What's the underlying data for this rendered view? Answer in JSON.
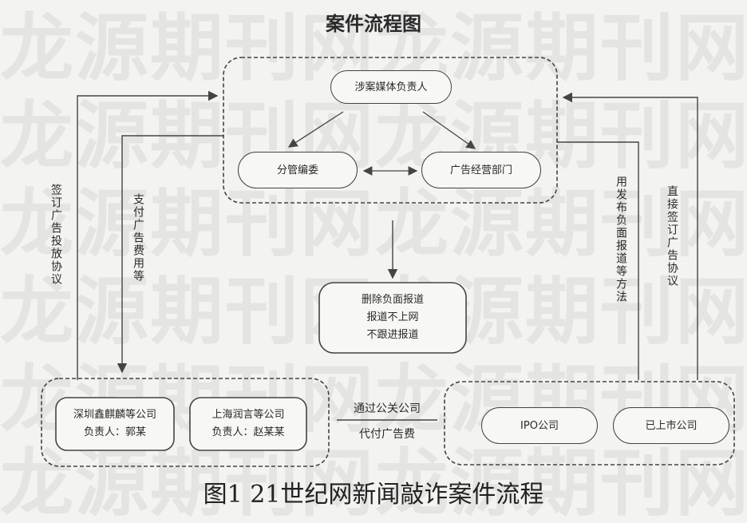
{
  "title": "案件流程图",
  "caption": "图1 21世纪网新闻敲诈案件流程",
  "watermark": "龙源期刊网龙源期刊网",
  "nodes": {
    "media_head": "涉案媒体负责人",
    "branch_office": "分管编委",
    "ad_dept": "广告经营部门",
    "actions": [
      "删除负面报道",
      "报道不上网",
      "不跟进报道"
    ],
    "company_a": {
      "name": "深圳鑫麒麟等公司",
      "person": "负责人：郭某"
    },
    "company_b": {
      "name": "上海润言等公司",
      "person": "负责人：赵某某"
    },
    "ipo": "IPO公司",
    "listed": "已上市公司"
  },
  "edges": {
    "left_outer": "签订广告投放协议",
    "left_inner": "支付广告费用等",
    "right_inner": "用发布负面报道等方法",
    "right_outer": "直接签订广告协议",
    "middle_top": "通过公关公司",
    "middle_bottom": "代付广告费"
  },
  "colors": {
    "line": "#444444",
    "text": "#2a2a2a"
  }
}
